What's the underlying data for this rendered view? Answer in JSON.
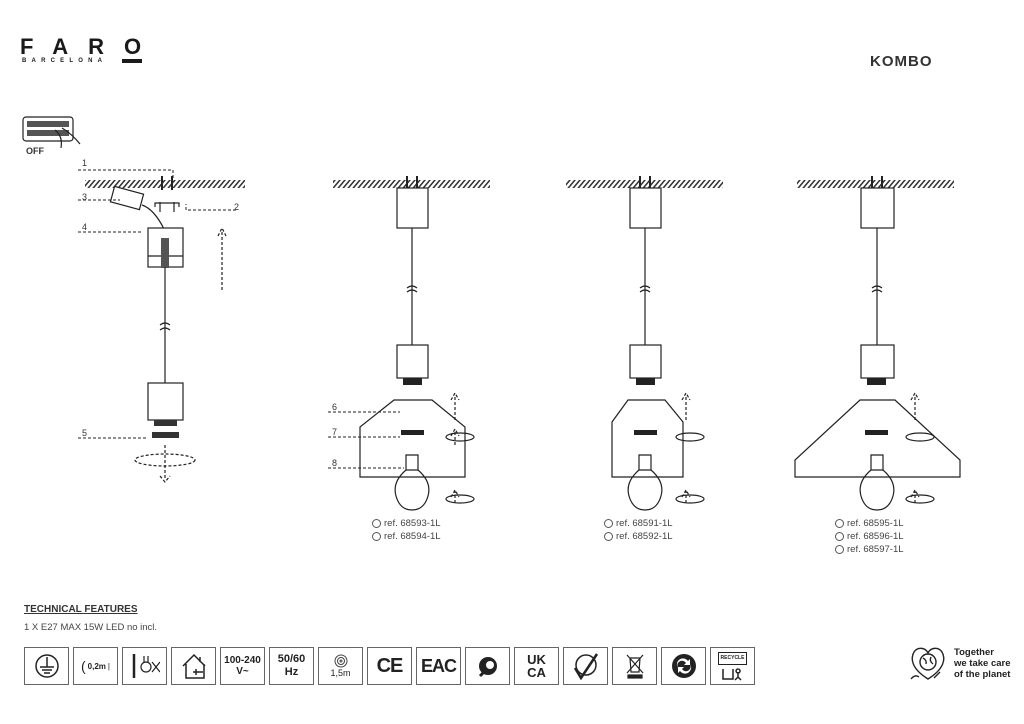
{
  "header": {
    "brand": "FARO",
    "brand_sub": "BARCELONA",
    "product": "KOMBO"
  },
  "switch_label": "OFF",
  "steps": [
    "1",
    "2",
    "3",
    "4",
    "5",
    "6",
    "7",
    "8"
  ],
  "variants": [
    {
      "refs": [
        "ref. 68593-1L",
        "ref. 68594-1L"
      ]
    },
    {
      "refs": [
        "ref. 68591-1L",
        "ref. 68592-1L"
      ]
    },
    {
      "refs": [
        "ref. 68595-1L",
        "ref. 68596-1L",
        "ref. 68597-1L"
      ]
    }
  ],
  "technical": {
    "heading": "TECHNICAL FEATURES",
    "spec": "1 X E27 MAX 15W LED no incl.",
    "icons": {
      "distance": "0,2m",
      "voltage_1": "100-240",
      "voltage_2": "V~",
      "freq_1": "50/60",
      "freq_2": "Hz",
      "cable": "1,5m",
      "ce": "CE",
      "eac": "EAC",
      "ukca_1": "UK",
      "ukca_2": "CA",
      "recycle": "RECYCLE"
    }
  },
  "planet": {
    "line1": "Together",
    "line2": "we take care",
    "line3": "of the planet"
  }
}
